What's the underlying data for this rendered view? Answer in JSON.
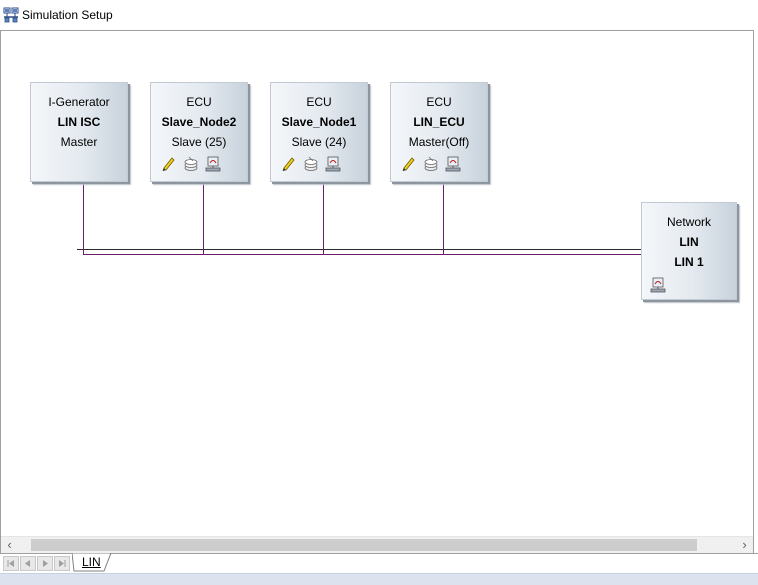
{
  "window": {
    "title": "Simulation Setup",
    "icon": "network-setup-icon"
  },
  "nodes": [
    {
      "type": "I-Generator",
      "name": "LIN ISC",
      "role": "Master",
      "icons": []
    },
    {
      "type": "ECU",
      "name": "Slave_Node2",
      "role": "Slave (25)",
      "icons": [
        "edit-pencil-icon",
        "stack-config-icon",
        "network-connection-icon"
      ]
    },
    {
      "type": "ECU",
      "name": "Slave_Node1",
      "role": "Slave (24)",
      "icons": [
        "edit-pencil-icon",
        "stack-config-icon",
        "network-connection-icon"
      ]
    },
    {
      "type": "ECU",
      "name": "LIN_ECU",
      "role": "Master(Off)",
      "icons": [
        "edit-pencil-icon",
        "stack-config-icon",
        "network-connection-icon"
      ]
    }
  ],
  "network": {
    "type": "Network",
    "name": "LIN",
    "channel": "LIN 1",
    "icon": "network-connection-icon"
  },
  "colors": {
    "bus_line": "#6b1d6b",
    "bus_line_dark": "#2b2b2b",
    "node_border": "#c2cad3",
    "node_shadow": "#8d969f"
  },
  "scrollbar": {
    "left_arrow": "‹",
    "right_arrow": "›"
  },
  "tabs": [
    {
      "label": "LIN",
      "active": true
    }
  ]
}
